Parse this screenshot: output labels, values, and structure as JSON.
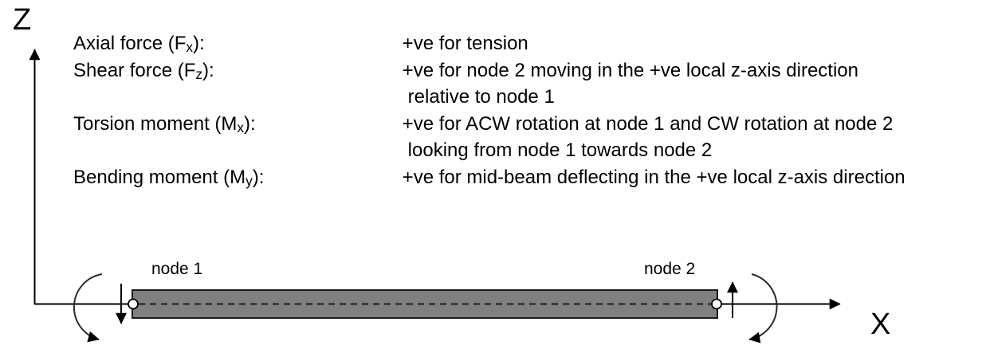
{
  "axes": {
    "z_label": "Z",
    "x_label": "X"
  },
  "legend": {
    "rows": [
      {
        "term": {
          "pre": "Axial force (F",
          "sub": "x",
          "post": "):"
        },
        "desc": "+ve for tension"
      },
      {
        "term": {
          "pre": "Shear force (F",
          "sub": "z",
          "post": "):"
        },
        "desc": "+ve for node 2 moving in the +ve local z-axis direction"
      },
      {
        "desc": "relative to node 1"
      },
      {
        "term": {
          "pre": "Torsion moment (M",
          "sub": "x",
          "post": "):"
        },
        "desc": "+ve for ACW rotation at node 1 and CW rotation at node 2"
      },
      {
        "desc": "looking from node 1 towards node 2"
      },
      {
        "term": {
          "pre": "Bending moment (M",
          "sub": "y",
          "post": "):"
        },
        "desc": "+ve for mid-beam deflecting in the +ve local z-axis direction"
      }
    ]
  },
  "beam": {
    "node1_label": "node 1",
    "node2_label": "node 2",
    "fill_color": "#808080",
    "outline_color": "#1a1a1a",
    "centerline_color": "#3d3d3d",
    "arrow_color": "#000000"
  }
}
